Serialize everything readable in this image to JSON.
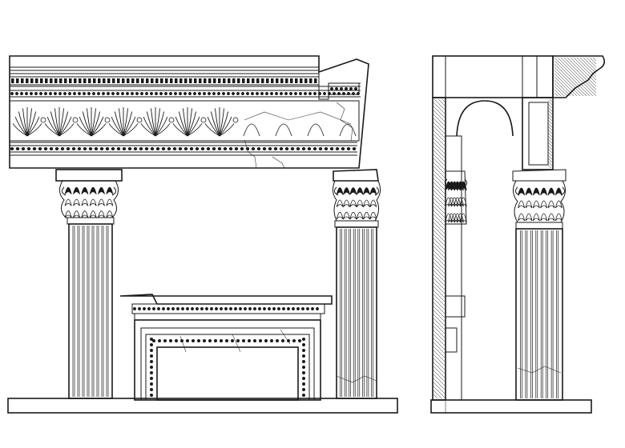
{
  "colors": {
    "ink": "#1a1a1a",
    "paper": "#ffffff"
  },
  "drawing": {
    "views": [
      {
        "id": "front-elevation",
        "columns": 2,
        "column_flutes": 9
      },
      {
        "id": "side-section",
        "columns": 1,
        "column_flutes": 9
      }
    ]
  }
}
